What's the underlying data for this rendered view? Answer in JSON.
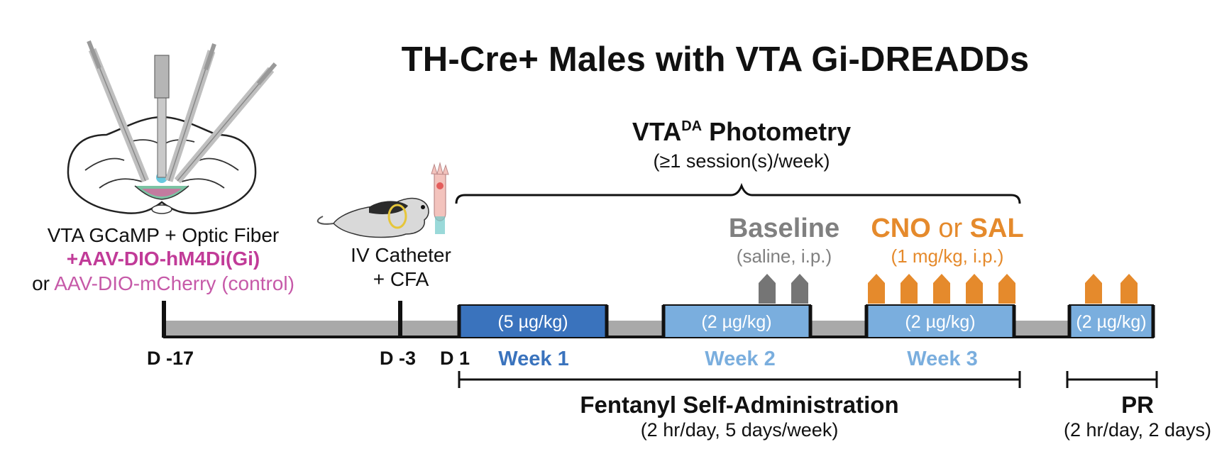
{
  "title": "TH-Cre+ Males with VTA Gi-DREADDs",
  "photometry": {
    "label_main": "VTA",
    "label_sup": "DA",
    "label_rest": " Photometry",
    "subtitle": "(≥1 session(s)/week)"
  },
  "surgery": {
    "line1": "VTA GCaMP + Optic Fiber",
    "line2": "+AAV-DIO-hM4Di(Gi)",
    "line3_prefix": "or ",
    "line3_pink": "AAV-DIO-mCherry (control)"
  },
  "catheter": {
    "line1": "IV Catheter",
    "line2": "+ CFA"
  },
  "baseline": {
    "title": "Baseline",
    "subtitle": "(saline, i.p.)"
  },
  "treatment": {
    "cno": "CNO",
    "or": " or ",
    "sal": "SAL",
    "subtitle": "(1 mg/kg, i.p.)"
  },
  "timeline": {
    "days": [
      "D -17",
      "D -3",
      "D 1"
    ],
    "weeks": [
      "Week 1",
      "Week 2",
      "Week 3"
    ],
    "segments": [
      "(5 µg/kg)",
      "(2 µg/kg)",
      "(2 µg/kg)",
      "(2 µg/kg)"
    ],
    "injections": {
      "baseline": 2,
      "week3": 5,
      "pr": 2
    }
  },
  "self_admin": {
    "title": "Fentanyl Self-Administration",
    "subtitle": "(2 hr/day, 5 days/week)"
  },
  "pr": {
    "title": "PR",
    "subtitle": "(2 hr/day, 2 days)"
  },
  "colors": {
    "week1": "#3a73bd",
    "week2": "#7aaede",
    "baseline": "#757575",
    "treatment": "#e58a2c",
    "pink": "#c13b98",
    "timeline": "#a9a9a9"
  }
}
